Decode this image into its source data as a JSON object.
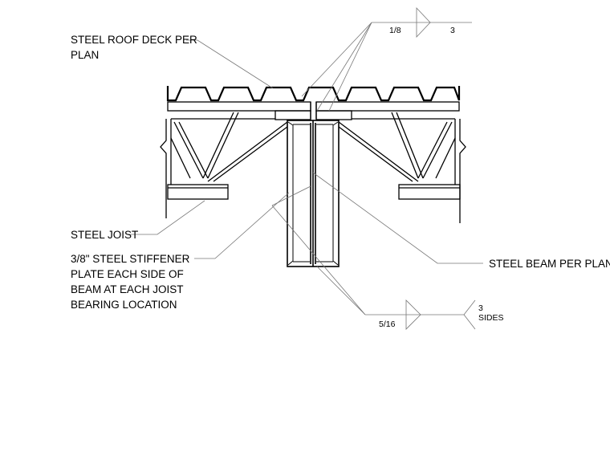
{
  "notes": {
    "roof_deck": "STEEL ROOF DECK PER\nPLAN",
    "steel_joist": "STEEL JOIST",
    "stiffener": "3/8\" STEEL STIFFENER\nPLATE EACH SIDE OF\nBEAM AT EACH JOIST\nBEARING LOCATION",
    "steel_beam": "STEEL BEAM PER PLAN"
  },
  "weld_symbols": {
    "top": {
      "size": "1/8",
      "length": "3"
    },
    "bottom": {
      "size": "5/16",
      "note": "3\nSIDES"
    }
  }
}
